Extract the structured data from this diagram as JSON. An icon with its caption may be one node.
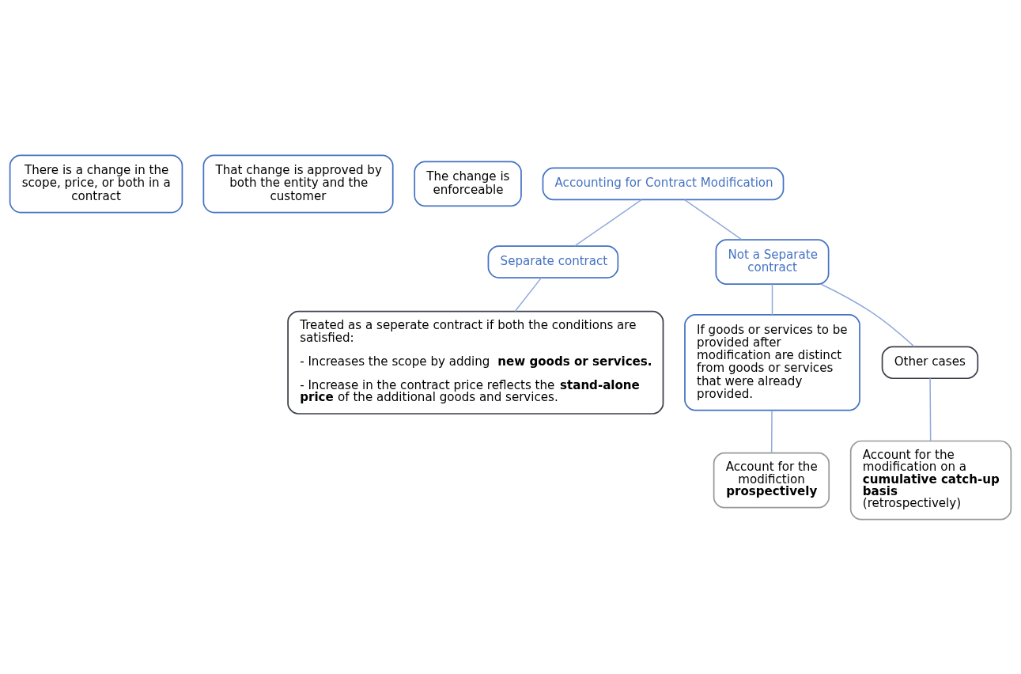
{
  "diagram": {
    "nodes": [
      {
        "text": [
          "There is a change in the scope, price, or both in a contract"
        ]
      },
      {
        "text": [
          "That change is approved by both the entity and the customer"
        ]
      },
      {
        "text": [
          "The change is enforceable"
        ]
      },
      {
        "text": [
          "Accounting for Contract Modification"
        ]
      },
      {
        "text": [
          "Separate contract"
        ]
      },
      {
        "text": [
          "Not a Separate contract"
        ]
      },
      {
        "text": [
          "Treated as a seperate contract if both the conditions are satisfied:",
          "- Increases the scope by adding **new goods or services.**",
          "- Increase in the contract price reflects the **stand-alone price** of the additional goods and services."
        ]
      },
      {
        "text": [
          "If goods or services to be provided after modification are distinct from goods or services that were already provided."
        ]
      },
      {
        "text": [
          "Other cases"
        ]
      },
      {
        "text": [
          "Account for the modifiction **prospectively**"
        ]
      },
      {
        "text": [
          "Account for the modification on a **cumulative catch-up basis** (retrospectively)"
        ]
      }
    ],
    "edges": [
      {
        "from": 3,
        "to": 4,
        "arrow": "none"
      },
      {
        "from": 3,
        "to": 5,
        "arrow": "none"
      },
      {
        "from": 4,
        "to": 6,
        "arrow": "none"
      },
      {
        "from": 5,
        "to": 7,
        "arrow": "none"
      },
      {
        "from": 5,
        "to": 8,
        "arrow": "none"
      },
      {
        "from": 7,
        "to": 9,
        "arrow": "none"
      },
      {
        "from": 8,
        "to": 10,
        "arrow": "none"
      }
    ]
  }
}
